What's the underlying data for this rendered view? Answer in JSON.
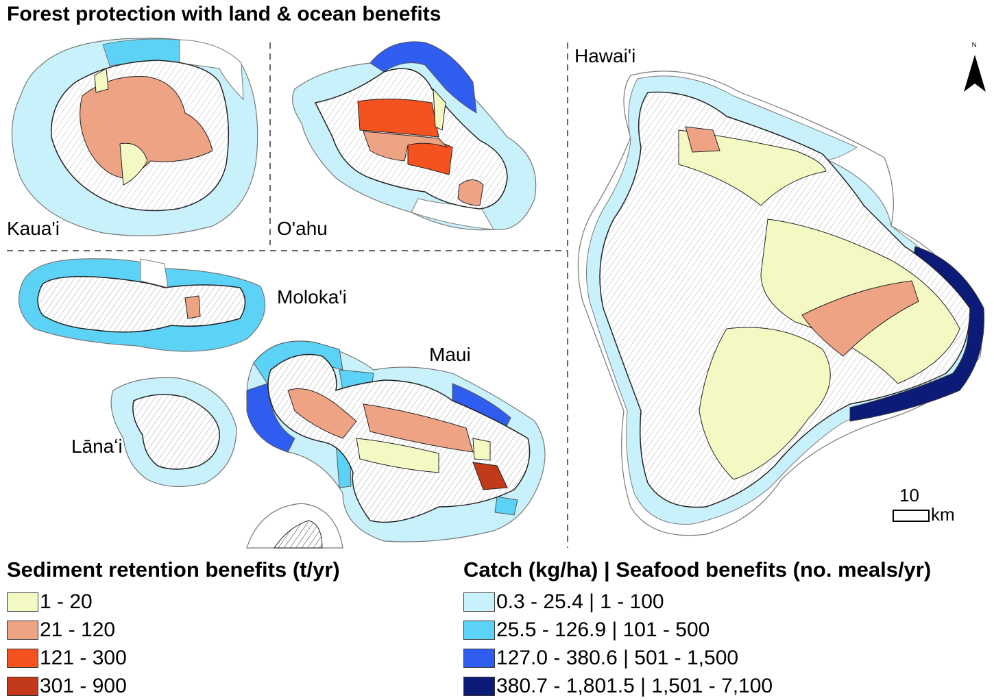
{
  "title": "Forest protection with land & ocean benefits",
  "islands": {
    "kauai": "Kaua'i",
    "oahu": "O'ahu",
    "molokai": "Moloka'i",
    "lanai": "Lānaʻi",
    "maui": "Maui",
    "hawaii": "Hawai'i"
  },
  "north_arrow": "N",
  "scale": {
    "value": "10",
    "unit": "km"
  },
  "legend_sediment": {
    "title": "Sediment retention benefits (t/yr)",
    "items": [
      {
        "label": "1 - 20",
        "color": "#f4f9c4"
      },
      {
        "label": "21 - 120",
        "color": "#eea384"
      },
      {
        "label": "121 - 300",
        "color": "#f4521e"
      },
      {
        "label": "301 - 900",
        "color": "#c33a1a"
      }
    ]
  },
  "legend_catch": {
    "title": "Catch (kg/ha) | Seafood benefits (no. meals/yr)",
    "items": [
      {
        "label": "0.3 - 25.4 | 1 - 100",
        "color": "#c9f1fb"
      },
      {
        "label": "25.5 - 126.9 | 101 - 500",
        "color": "#5cd3f6"
      },
      {
        "label": "127.0 - 380.6 | 501 - 1,500",
        "color": "#2f5df0"
      },
      {
        "label": "380.7 - 1,801.5 | 1,501 - 7,100",
        "color": "#0d1b78"
      }
    ]
  }
}
